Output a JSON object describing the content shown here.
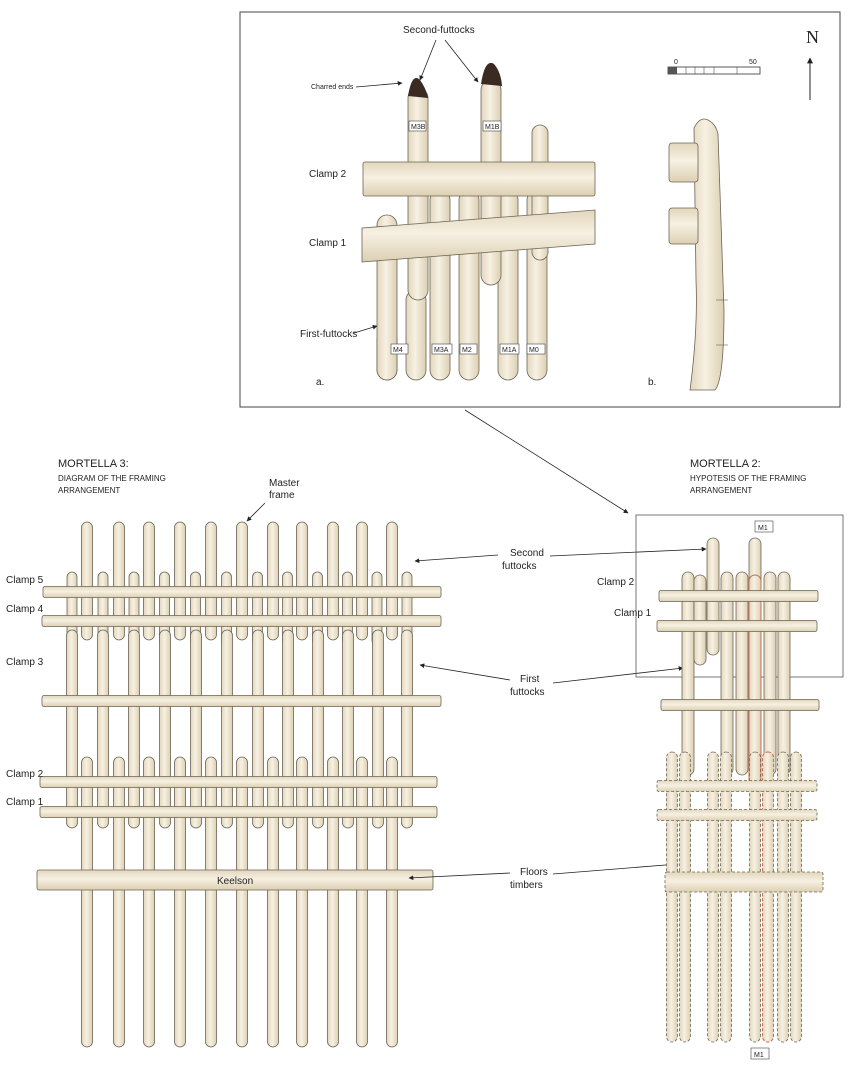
{
  "inset": {
    "compass": "N",
    "scale_min": "0",
    "scale_max": "50",
    "labels": {
      "charred_ends": "Charred ends",
      "second_futtocks": "Second-futtocks",
      "clamp2": "Clamp 2",
      "clamp1": "Clamp 1",
      "first_futtocks": "First-futtocks",
      "panel_a": "a.",
      "panel_b": "b."
    },
    "tags": [
      "M3B",
      "M1B",
      "M4",
      "M3A",
      "M2",
      "M1A",
      "M0"
    ]
  },
  "mortella3": {
    "title": "MORTELLA 3:",
    "subtitle_line1": "DIAGRAM OF THE FRAMING",
    "subtitle_line2": "ARRANGEMENT",
    "master_frame_1": "Master",
    "master_frame_2": "frame",
    "clamps": [
      "Clamp 5",
      "Clamp 4",
      "Clamp 3",
      "Clamp 2",
      "Clamp 1"
    ],
    "keelson": "Keelson"
  },
  "mortella2": {
    "title": "MORTELLA 2:",
    "subtitle_line1": "HYPOTESIS OF THE FRAMING",
    "subtitle_line2": "ARRANGEMENT",
    "tag_top": "M1",
    "tag_bottom": "M1",
    "clamps": [
      "Clamp 2",
      "Clamp 1"
    ]
  },
  "callouts": {
    "second_1": "Second",
    "second_2": "futtocks",
    "first_1": "First",
    "first_2": "futtocks",
    "floors_1": "Floors",
    "floors_2": "timbers"
  },
  "colors": {
    "timber_fill": "#f2ead8",
    "timber_stroke": "#6b6455",
    "highlight_stroke": "#c96b55",
    "charred": "#3a2a22"
  }
}
